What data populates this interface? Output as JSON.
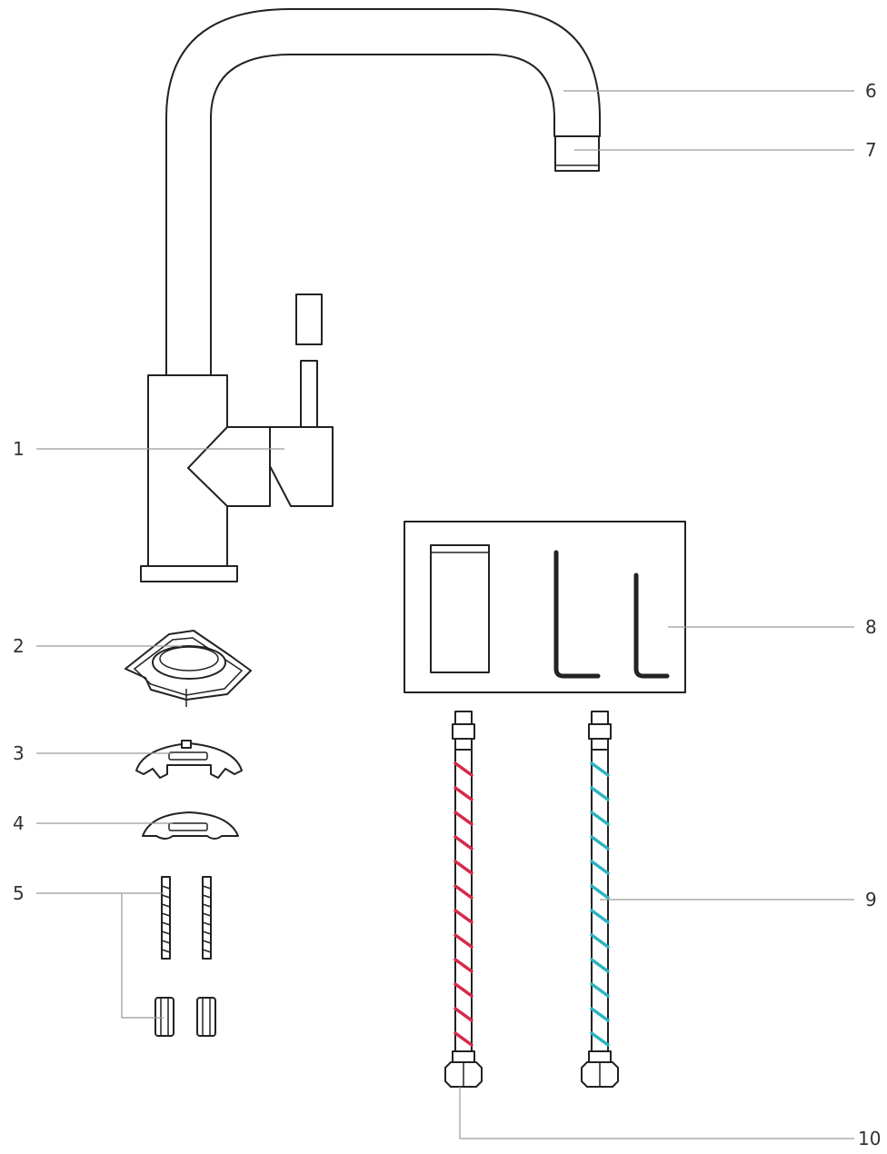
{
  "labels": {
    "l1": "1",
    "l2": "2",
    "l3": "3",
    "l4": "4",
    "l5": "5",
    "l6": "6",
    "l7": "7",
    "l8": "8",
    "l9": "9",
    "l10": "10"
  },
  "colors": {
    "hot_hose_stripe": "#d62a4a",
    "cold_hose_stripe": "#2bb3c0",
    "line": "#222222",
    "leader": "#9a9a9a"
  }
}
